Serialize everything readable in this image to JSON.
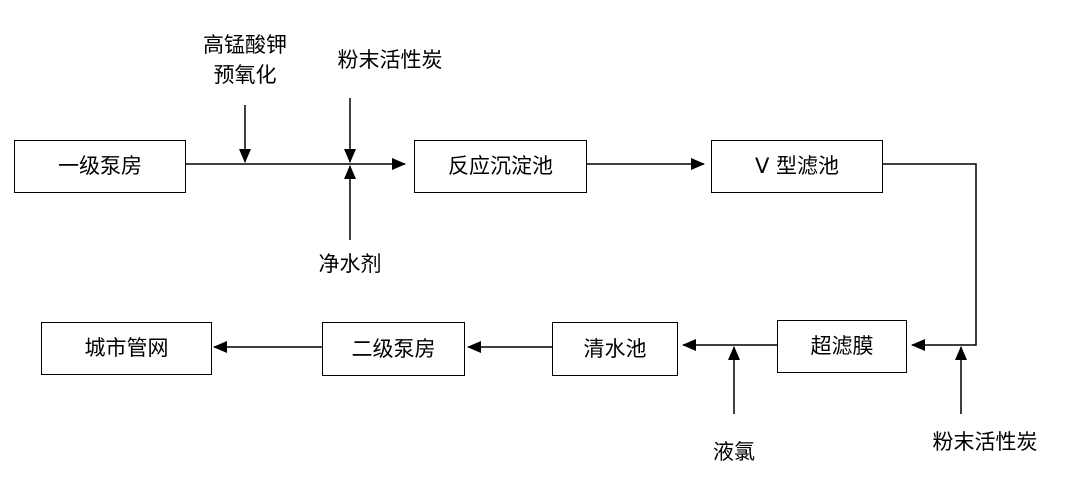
{
  "nodes": {
    "pump1": "一级泵房",
    "sedimentation": "反应沉淀池",
    "vfilter": "V 型滤池",
    "ultrafiltration": "超滤膜",
    "clearwell": "清水池",
    "pump2": "二级泵房",
    "network": "城市管网"
  },
  "inputs": {
    "preox_line1": "高锰酸钾",
    "preox_line2": "预氧化",
    "pac_top": "粉末活性炭",
    "coagulant": "净水剂",
    "chlorine": "液氯",
    "pac_bottom": "粉末活性炭"
  }
}
